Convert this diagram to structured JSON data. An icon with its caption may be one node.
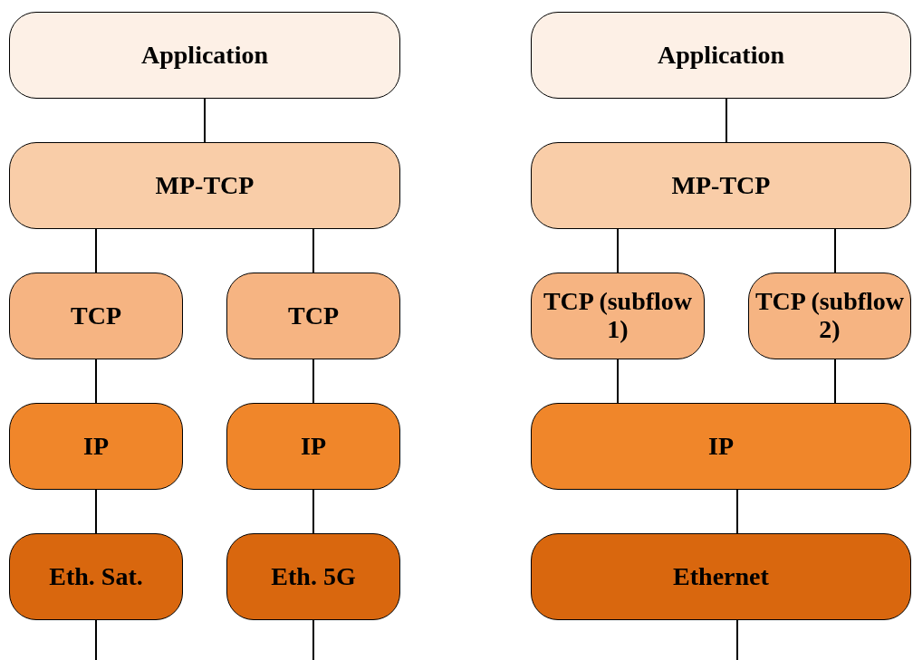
{
  "diagram": {
    "nodes": [
      {
        "text": [
          "Application"
        ]
      },
      {
        "text": [
          "MP-TCP"
        ]
      },
      {
        "text": [
          "TCP"
        ]
      },
      {
        "text": [
          "TCP"
        ]
      },
      {
        "text": [
          "IP"
        ]
      },
      {
        "text": [
          "IP"
        ]
      },
      {
        "text": [
          "Eth. Sat."
        ]
      },
      {
        "text": [
          "Eth. 5G"
        ]
      },
      {
        "text": [
          "Application"
        ]
      },
      {
        "text": [
          "MP-TCP"
        ]
      },
      {
        "text": [
          "TCP (subflow 1)"
        ]
      },
      {
        "text": [
          "TCP (subflow 2)"
        ]
      },
      {
        "text": [
          "IP"
        ]
      },
      {
        "text": [
          "Ethernet"
        ]
      }
    ],
    "edges": [
      {
        "from": 0,
        "to": 1,
        "arrow": "none"
      },
      {
        "from": 1,
        "to": 2,
        "arrow": "none"
      },
      {
        "from": 1,
        "to": 3,
        "arrow": "none"
      },
      {
        "from": 2,
        "to": 4,
        "arrow": "none"
      },
      {
        "from": 3,
        "to": 5,
        "arrow": "none"
      },
      {
        "from": 4,
        "to": 6,
        "arrow": "none"
      },
      {
        "from": 5,
        "to": 7,
        "arrow": "none"
      },
      {
        "from": 6,
        "to": null,
        "arrow": "none"
      },
      {
        "from": 7,
        "to": null,
        "arrow": "none"
      },
      {
        "from": 8,
        "to": 9,
        "arrow": "none"
      },
      {
        "from": 9,
        "to": 10,
        "arrow": "none"
      },
      {
        "from": 9,
        "to": 11,
        "arrow": "none"
      },
      {
        "from": 10,
        "to": 12,
        "arrow": "none"
      },
      {
        "from": 11,
        "to": 12,
        "arrow": "none"
      },
      {
        "from": 12,
        "to": 13,
        "arrow": "none"
      },
      {
        "from": 13,
        "to": null,
        "arrow": "none"
      }
    ]
  }
}
